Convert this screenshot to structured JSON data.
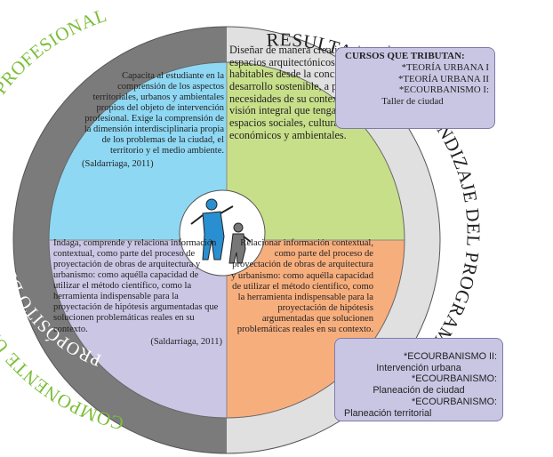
{
  "ring": {
    "outer_left_text": "COMPONENTE URBANO AMBIENTAL - ÁREA PROFESIONAL",
    "inner_left_text": "PROPÓSITO DE FORMACIÓN",
    "inner_right_text": "RESULTADO DE APRENDIZAJE DEL PROGRAMA"
  },
  "quadrants": {
    "top_left": {
      "text": "Capacita al estudiante en la comprensión de los aspectos territoriales, urbanos y ambientales propios del objeto de intervención profesional. Exige la comprensión de la dimensión interdisciplinaria propia de los problemas de la ciudad, el territorio y el medio ambiente.",
      "citation": "(Saldarriaga, 2011)"
    },
    "top_right": {
      "text": "Diseñar de manera creativa e integral espacios arquitectónicos y urbanos habitables desde la conciencia del desarrollo sostenible, a partir de las necesidades de su contexto, con una visión integral que tenga en cuenta los espacios sociales, culturales, económicos y ambientales."
    },
    "bottom_left": {
      "text": "Indaga, comprende y relaciona información contextual, como parte del proceso de proyectación de obras de arquitectura y urbanismo: como aquélla capacidad de utilizar el método científico, como la herramienta indispensable para la proyectación de hipótesis argumentadas que solucionen problemáticas reales en su contexto.",
      "citation": "(Saldarriaga, 2011)"
    },
    "bottom_right": {
      "text": "Relacionar información contextual, como parte del proceso de proyectación de obras de arquitectura y urbanismo: como aquélla capacidad de utilizar el método científico, como la herramienta indispensable para la proyectación de hipótesis argumentadas que solucionen problemáticas reales en su contexto."
    }
  },
  "courses_top": {
    "title": "CURSOS QUE TRIBUTAN:",
    "items": [
      "*TEORÍA URBANA I",
      "*TEORÍA URBANA II",
      "*ECOURBANISMO I:",
      "Taller de ciudad"
    ]
  },
  "courses_bottom": {
    "items": [
      "*ECOURBANISMO II:",
      "Intervención urbana",
      "*ECOURBANISMO:",
      "Planeación de ciudad",
      "*ECOURBANISMO:",
      "Planeación territorial"
    ]
  },
  "colors": {
    "q_top_left": "#8fd8f4",
    "q_top_right": "#c8df8a",
    "q_bottom_left": "#cac6e4",
    "q_bottom_right": "#f7ae7d",
    "ring_dark": "#7b7b7b",
    "ring_light": "#e0e0e0",
    "outer_text": "#7cbf3b",
    "box_fill": "#c9c6e4"
  }
}
